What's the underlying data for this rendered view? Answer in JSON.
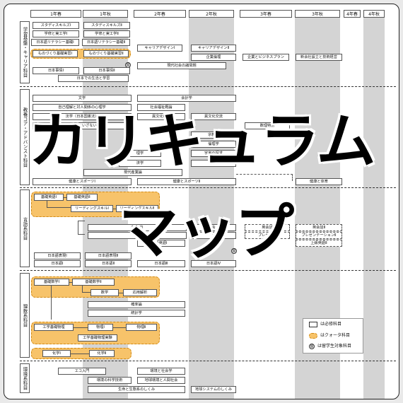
{
  "columns": [
    "1年春",
    "1年秋",
    "2年春",
    "2年秋",
    "3年春",
    "3年秋",
    "4年春",
    "4年秋"
  ],
  "sections": [
    "学習基盤・キャリア科目",
    "教養コア・アドバンスト科目",
    "言語系科目",
    "理数系科目",
    "環境系科目"
  ],
  "courses": {
    "s1": [
      "スタディスキルズⅠ",
      "スタディスキルズⅡ",
      "学修と実工学Ⅰ",
      "学修と実工学Ⅱ",
      "日本語リテラシー基礎Ⅰ",
      "日本語リテラシー基礎Ⅱ",
      "ものづくり基礎実習Ⅰ",
      "ものづくり基礎実習Ⅱ",
      "日本事情Ⅰ",
      "日本事情Ⅱ",
      "日本での生活と学習",
      "キャリアデザインⅠ",
      "キャリアデザインⅡ",
      "企業倫理",
      "現代社会の諸問題",
      "企業とビジネスプラン",
      "新会社設立と技術経営"
    ],
    "s2": [
      "文学",
      "自己理解と対人関係の心理学",
      "法学（日本国憲法）",
      "科学へのいざない",
      "会計学",
      "社会福祉概論",
      "異文化理解",
      "異文化交流",
      "宗教学",
      "倫理学",
      "宇宙の探求",
      "物質",
      "数理特別",
      "理学",
      "済学",
      "現代産業論",
      "健康とスポーツⅠ",
      "健康とスポーツⅡ",
      "健康と体育"
    ],
    "s3": [
      "基礎英語Ⅰ",
      "基礎英語Ⅱ",
      "リーディングスキルⅠ",
      "リーディングスキルⅡ",
      "英会話Ⅰ",
      "英会話",
      "英会話Ⅱ",
      "プレゼ",
      "プレゼンテ",
      "プレゼンテーションⅡ",
      "上級英語Ⅱ",
      "級英語Ⅰ",
      "ュ",
      "会",
      "日本語表現Ⅰ",
      "日本語表現Ⅱ",
      "日本語Ⅰ",
      "日本語Ⅱ",
      "日本語Ⅲ",
      "日本語Ⅳ"
    ],
    "s4": [
      "基礎数学Ⅰ",
      "基礎数学Ⅱ",
      "数学",
      "応用解析",
      "確率論",
      "統計学",
      "工学基礎物理",
      "物理Ⅰ",
      "物理Ⅱ",
      "工学基礎物理実験",
      "化学Ⅰ",
      "化学Ⅱ"
    ],
    "s5": [
      "エコ入門",
      "環境と社会学",
      "環境の科学技術",
      "地球環境と人間社会",
      "生命と生態系のしくみ",
      "地球システムのしくみ"
    ]
  },
  "ryu_mark": "留",
  "legend": {
    "required": "は必修科目",
    "quota": "はクォータ科目",
    "intl": "は留学生対象科目"
  },
  "overlay": {
    "line1": "カリキュラム",
    "line2": "マップ"
  }
}
